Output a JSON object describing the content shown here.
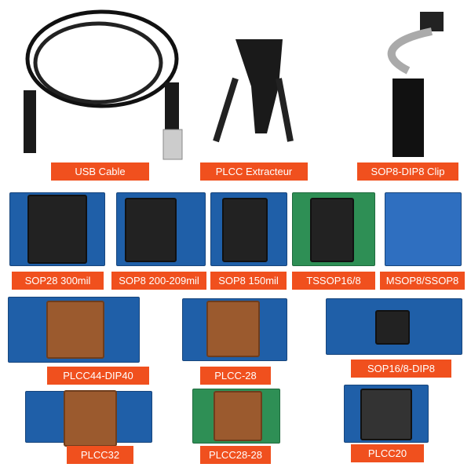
{
  "labels": {
    "usb_cable": "USB Cable",
    "plcc_extractor": "PLCC Extracteur",
    "sop8_dip8_clip": "SOP8-DIP8 Clip",
    "sop28": "SOP28 300mil",
    "sop8_200": "SOP8 200-209mil",
    "sop8_150": "SOP8 150mil",
    "tssop": "TSSOP16/8",
    "msop": "MSOP8/SSOP8",
    "plcc44": "PLCC44-DIP40",
    "plcc28": "PLCC-28",
    "sop16_dip8": "SOP16/8-DIP8",
    "plcc32": "PLCC32",
    "plcc28_28": "PLCC28-28",
    "plcc20": "PLCC20"
  },
  "colors": {
    "label_bg": "#f0501e",
    "board_blue": "#1f5fa8",
    "board_green": "#2e8f55"
  }
}
